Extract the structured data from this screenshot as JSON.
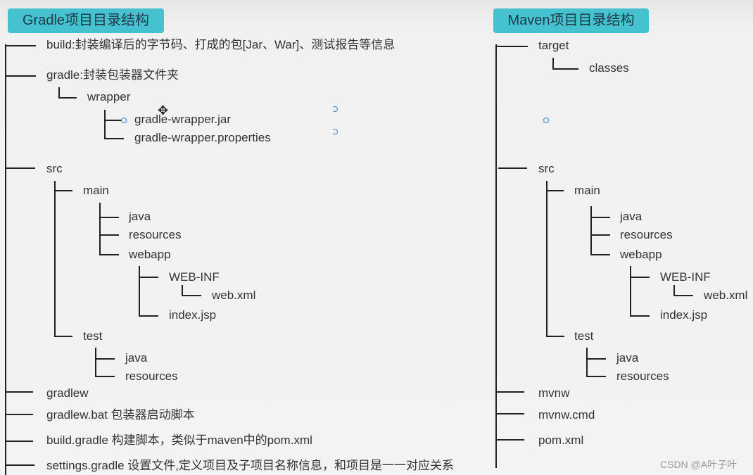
{
  "gradle": {
    "title": "Gradle项目目录结构",
    "items": {
      "build": "build:封装编译后的字节码、打成的包[Jar、War]、测试报告等信息",
      "gradle": "gradle:封装包装器文件夹",
      "wrapper": "wrapper",
      "wrapper_jar": "gradle-wrapper.jar",
      "wrapper_props": "gradle-wrapper.properties",
      "src": "src",
      "main": "main",
      "java": "java",
      "resources": "resources",
      "webapp": "webapp",
      "webinf": "WEB-INF",
      "webxml": "web.xml",
      "indexjsp": "index.jsp",
      "test": "test",
      "test_java": "java",
      "test_resources": "resources",
      "gradlew": "gradlew",
      "gradlew_bat": "gradlew.bat 包装器启动脚本",
      "build_gradle": "build.gradle 构建脚本，类似于maven中的pom.xml",
      "settings_gradle": "settings.gradle 设置文件,定义项目及子项目名称信息，和项目是一一对应关系"
    }
  },
  "maven": {
    "title": "Maven项目目录结构",
    "items": {
      "target": "target",
      "classes": "classes",
      "src": "src",
      "main": "main",
      "java": "java",
      "resources": "resources",
      "webapp": "webapp",
      "webinf": "WEB-INF",
      "webxml": "web.xml",
      "indexjsp": "index.jsp",
      "test": "test",
      "test_java": "java",
      "test_resources": "resources",
      "mvnw": "mvnw",
      "mvnw_cmd": "mvnw.cmd",
      "pom": "pom.xml"
    }
  },
  "watermark": "CSDN @A叶子叶",
  "icons": {
    "cursor": "move-cursor-icon",
    "handle": "connection-handle-icon"
  },
  "colors": {
    "title_bg": "#46c1cf",
    "title_text": "#1d3a4a",
    "line": "#222222",
    "handle": "#3b7fd1"
  }
}
